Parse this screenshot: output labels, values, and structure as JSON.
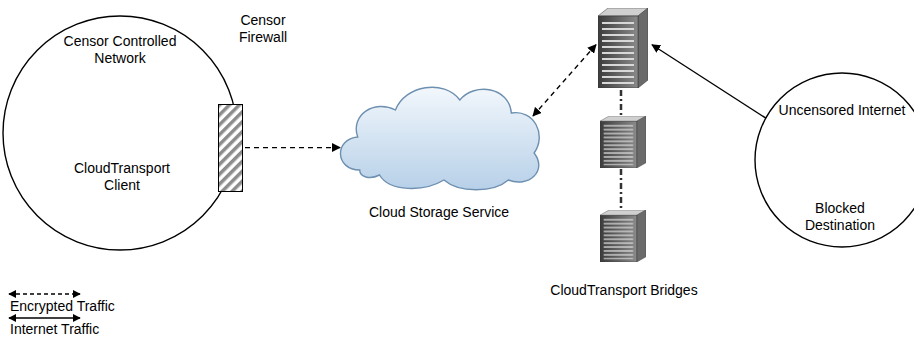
{
  "diagram": {
    "nodes": [
      {
        "text": [
          "Censor Controlled Network"
        ]
      },
      {
        "text": [
          "CloudTransport Client"
        ],
        "in": 0
      },
      {
        "text": [
          "Censor Firewall"
        ]
      },
      {
        "text": [
          "Cloud Storage Service"
        ]
      },
      {
        "text": [
          "CloudTransport Bridges"
        ]
      },
      {
        "text": [
          "Uncensored Internet"
        ]
      },
      {
        "text": [
          "Blocked Destination"
        ],
        "in": 5
      }
    ],
    "edges": [
      {
        "from": 1,
        "to": 3,
        "arrow": "both"
      },
      {
        "from": 3,
        "to": 4,
        "arrow": "both"
      },
      {
        "from": 4,
        "to": 6,
        "arrow": "both"
      }
    ],
    "legend": [
      {
        "text": "Encrypted Traffic"
      },
      {
        "text": "Internet Traffic"
      }
    ]
  }
}
